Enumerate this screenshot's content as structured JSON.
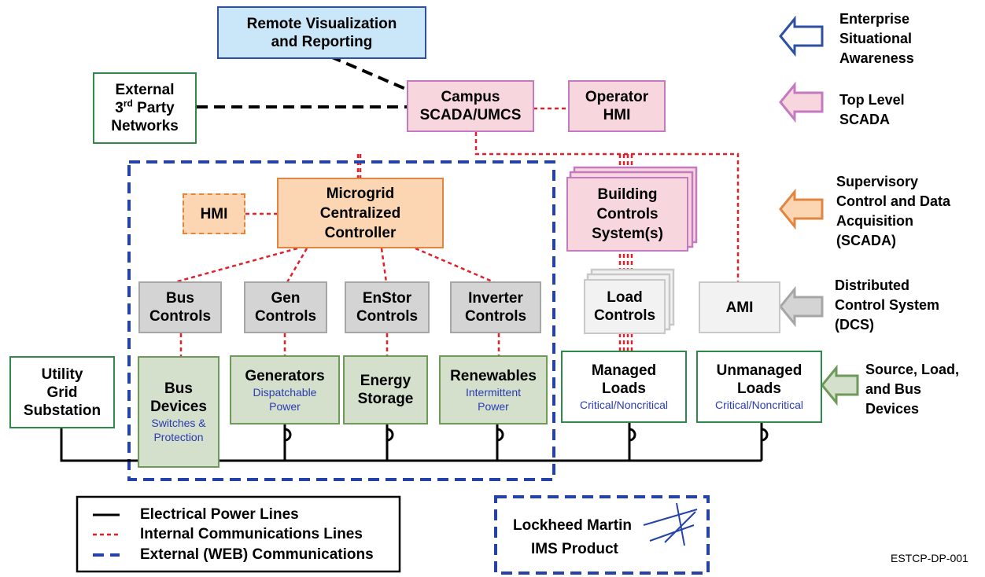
{
  "nodes": {
    "remote_viz": "Remote Visualization and Reporting",
    "external_networks": {
      "line1": "External",
      "line2_main": "3",
      "line2_sup": "rd",
      "line2_rest": " Party",
      "line3": "Networks"
    },
    "campus_scada": {
      "line1": "Campus",
      "line2": "SCADA/UMCS"
    },
    "operator_hmi": {
      "line1": "Operator",
      "line2": "HMI"
    },
    "hmi": "HMI",
    "microgrid_controller": {
      "line1": "Microgrid",
      "line2": "Centralized",
      "line3": "Controller"
    },
    "building_controls": {
      "line1": "Building",
      "line2": "Controls",
      "line3": "System(s)"
    },
    "bus_controls": {
      "line1": "Bus",
      "line2": "Controls"
    },
    "gen_controls": {
      "line1": "Gen",
      "line2": "Controls"
    },
    "enstor_controls": {
      "line1": "EnStor",
      "line2": "Controls"
    },
    "inverter_controls": {
      "line1": "Inverter",
      "line2": "Controls"
    },
    "load_controls": {
      "line1": "Load",
      "line2": "Controls"
    },
    "ami": "AMI",
    "utility_grid": {
      "line1": "Utility",
      "line2": "Grid",
      "line3": "Substation"
    },
    "bus_devices": {
      "line1": "Bus",
      "line2": "Devices",
      "sub1": "Switches &",
      "sub2": "Protection"
    },
    "generators": {
      "line1": "Generators",
      "sub1": "Dispatchable",
      "sub2": "Power"
    },
    "energy_storage": {
      "line1": "Energy",
      "line2": "Storage"
    },
    "renewables": {
      "line1": "Renewables",
      "sub1": "Intermittent",
      "sub2": "Power"
    },
    "managed_loads": {
      "line1": "Managed",
      "line2": "Loads",
      "sub": "Critical/Noncritical"
    },
    "unmanaged_loads": {
      "line1": "Unmanaged",
      "line2": "Loads",
      "sub": "Critical/Noncritical"
    }
  },
  "side_labels": [
    {
      "lines": [
        "Enterprise",
        "Situational",
        "Awareness"
      ],
      "color": "#2f4fa0"
    },
    {
      "lines": [
        "Top Level",
        "SCADA"
      ],
      "color": "#c47ac0"
    },
    {
      "lines": [
        "Supervisory",
        "Control and Data",
        "Acquisition",
        "(SCADA)"
      ],
      "color": "#e08640"
    },
    {
      "lines": [
        "Distributed",
        "Control System",
        "(DCS)"
      ],
      "color": "#a6a6a6"
    },
    {
      "lines": [
        "Source, Load,",
        "and Bus",
        "Devices"
      ],
      "color": "#6e9a58"
    }
  ],
  "legend": {
    "power": "Electrical Power Lines",
    "internal": "Internal Communications Lines",
    "external": "External (WEB) Communications"
  },
  "product": {
    "line1": "Lockheed Martin",
    "line2": "IMS Product"
  },
  "doc_id": "ESTCP-DP-001",
  "colors": {
    "power_line": "#000000",
    "internal_comm": "#e0202a",
    "external_comm": "#2442a8",
    "web_line": "#000000"
  }
}
